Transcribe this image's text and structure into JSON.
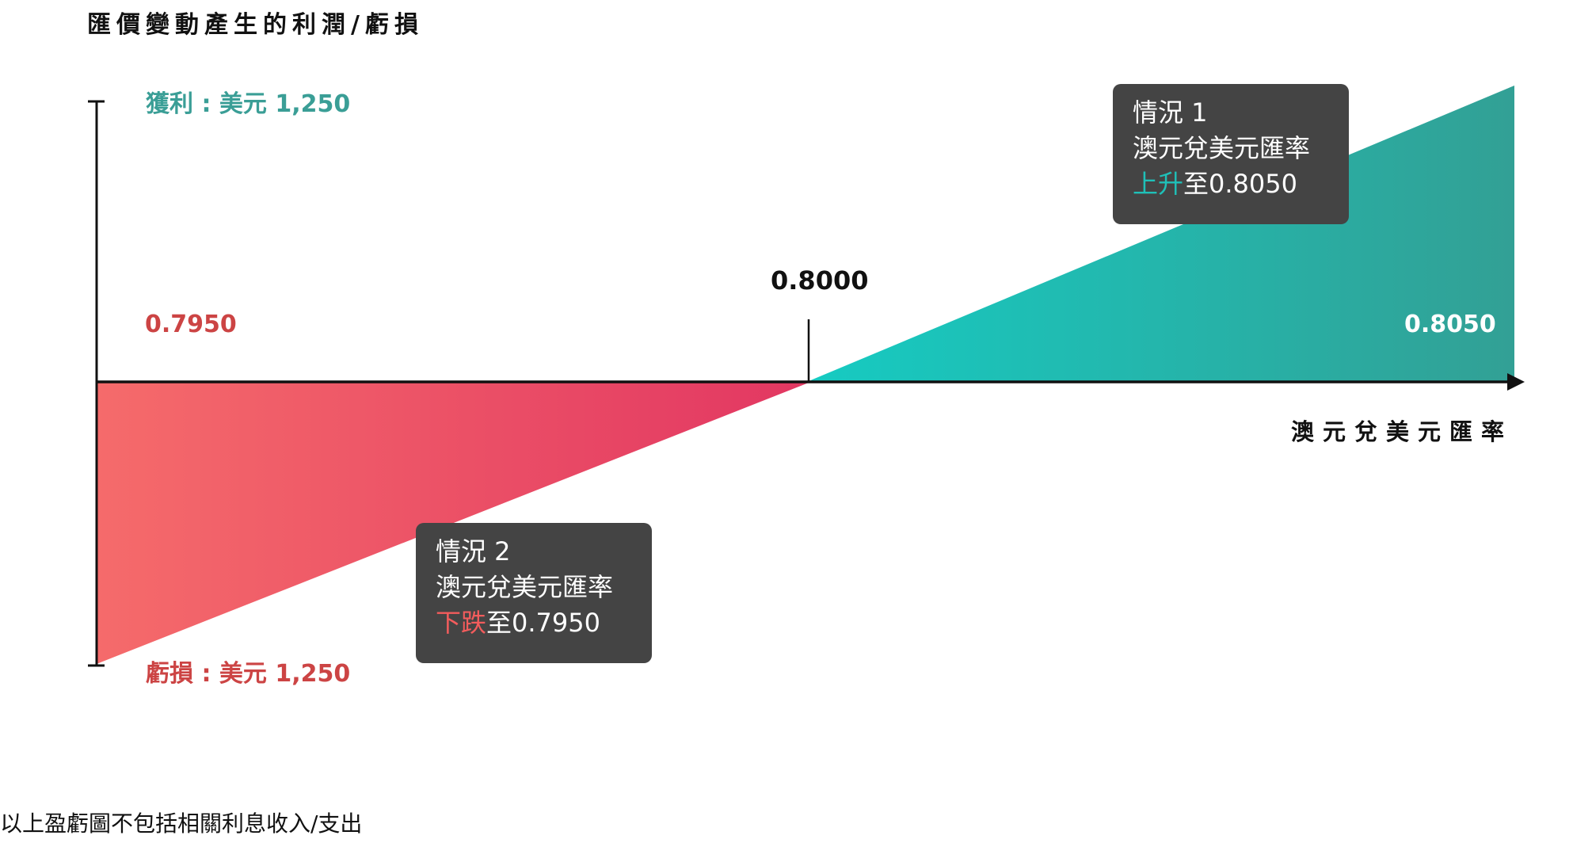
{
  "chart_data": {
    "type": "area",
    "title": "匯價變動產生的利潤/虧損",
    "xlabel": "澳元兌美元匯率",
    "ylabel": "匯價變動產生的利潤/虧損",
    "x": [
      0.795,
      0.8,
      0.805
    ],
    "series": [
      {
        "name": "虧損",
        "x": [
          0.795,
          0.8
        ],
        "values": [
          -1250,
          0
        ],
        "color": "#e23a62"
      },
      {
        "name": "獲利",
        "x": [
          0.8,
          0.805
        ],
        "values": [
          0,
          1250
        ],
        "color": "#30a098"
      }
    ],
    "ylim": [
      -1250,
      1250
    ],
    "xlim": [
      0.795,
      0.805
    ],
    "tick_labels": {
      "x": [
        "0.7950",
        "0.8000",
        "0.8050"
      ],
      "y": [
        "獲利 : 美元 1,250",
        "虧損 : 美元 1,250"
      ]
    },
    "annotations": [
      "情況 1 澳元兌美元匯率上升至0.8050",
      "情況 2 澳元兌美元匯率下跌至0.7950"
    ],
    "grid": false,
    "legend": null
  },
  "header": {
    "title": "匯價變動產生的利潤/虧損"
  },
  "axis": {
    "y_top_label": "獲利 : 美元 1,250",
    "y_bottom_label": "虧損 : 美元 1,250",
    "x_low": "0.7950",
    "x_mid": "0.8000",
    "x_high": "0.8050",
    "x_title": "澳元兌美元匯率"
  },
  "scenarios": [
    {
      "title": "情況 1",
      "pair": "澳元兌美元匯率",
      "direction": "上升",
      "rest": "至0.8050"
    },
    {
      "title": "情況 2",
      "pair": "澳元兌美元匯率",
      "direction": "下跌",
      "rest": "至0.7950"
    }
  ],
  "footer": {
    "note": "以上盈虧圖不包括相關利息收入/支出"
  },
  "colors": {
    "profit_start": "#16cbc2",
    "profit_end": "#32a095",
    "loss_start": "#f56b6b",
    "loss_end": "#e23762",
    "profit_text": "#3a9e96",
    "loss_text": "#cc4444",
    "tooltip_bg": "#444444"
  }
}
